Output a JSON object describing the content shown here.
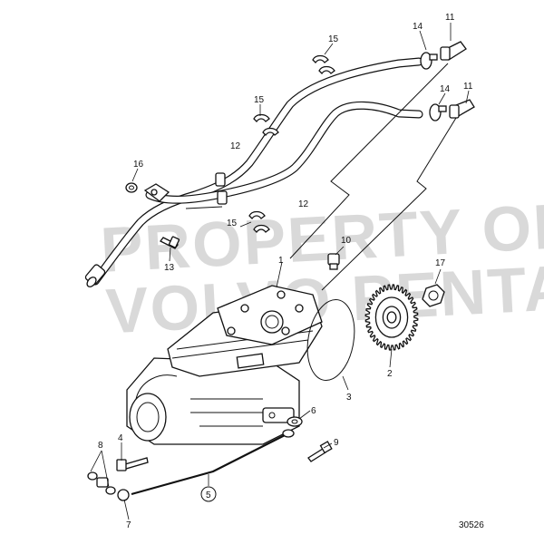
{
  "watermark": {
    "line1": "PROPERTY OF",
    "line2": "VOLVO PENTA"
  },
  "drawing_number": "30526",
  "callouts": [
    {
      "id": "c1",
      "label": "1"
    },
    {
      "id": "c2",
      "label": "2"
    },
    {
      "id": "c3",
      "label": "3"
    },
    {
      "id": "c4",
      "label": "4"
    },
    {
      "id": "c5",
      "label": "5",
      "circled": true
    },
    {
      "id": "c6",
      "label": "6"
    },
    {
      "id": "c7",
      "label": "7"
    },
    {
      "id": "c8",
      "label": "8"
    },
    {
      "id": "c9",
      "label": "9"
    },
    {
      "id": "c10",
      "label": "10"
    },
    {
      "id": "c11a",
      "label": "11"
    },
    {
      "id": "c11b",
      "label": "11"
    },
    {
      "id": "c12a",
      "label": "12"
    },
    {
      "id": "c12b",
      "label": "12"
    },
    {
      "id": "c13",
      "label": "13"
    },
    {
      "id": "c14a",
      "label": "14"
    },
    {
      "id": "c14b",
      "label": "14"
    },
    {
      "id": "c15a",
      "label": "15"
    },
    {
      "id": "c15b",
      "label": "15"
    },
    {
      "id": "c15c",
      "label": "15"
    },
    {
      "id": "c16",
      "label": "16"
    },
    {
      "id": "c17",
      "label": "17"
    }
  ]
}
